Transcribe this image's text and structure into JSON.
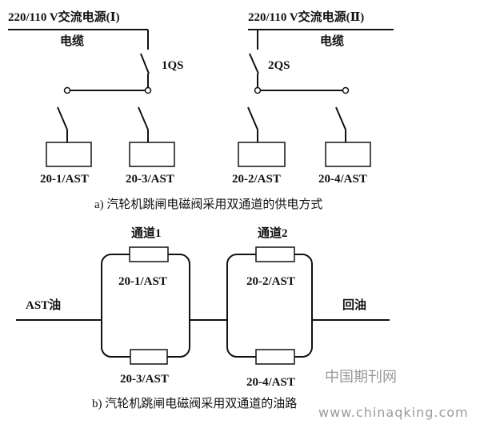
{
  "part_a": {
    "supply_1": "220/110 V交流电源(Ⅰ)",
    "supply_2": "220/110 V交流电源(Ⅱ)",
    "cable_1": "电缆",
    "cable_2": "电缆",
    "switch_1": "1QS",
    "switch_2": "2QS",
    "valves": [
      "20-1/AST",
      "20-3/AST",
      "20-2/AST",
      "20-4/AST"
    ],
    "caption": "a) 汽轮机跳闸电磁阀采用双通道的供电方式"
  },
  "part_b": {
    "channel_1": "通道1",
    "channel_2": "通道2",
    "inlet": "AST油",
    "outlet": "回油",
    "valves": [
      "20-1/AST",
      "20-3/AST",
      "20-2/AST",
      "20-4/AST"
    ],
    "caption": "b) 汽轮机跳闸电磁阀采用双通道的油路"
  },
  "watermark": {
    "cn": "中国期刊网",
    "url": "www.chinaqking.com"
  }
}
